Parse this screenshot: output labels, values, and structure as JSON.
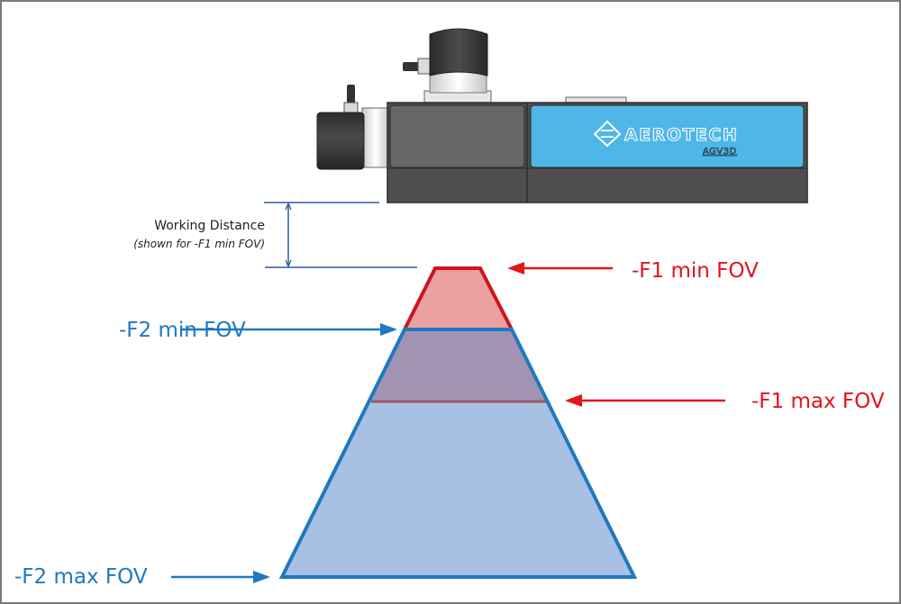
{
  "diagram": {
    "device": {
      "brand": "AEROTECH",
      "model": "AGV3D",
      "colors": {
        "body_dark": "#4e4e4e",
        "panel_gray": "#666666",
        "panel_blue": "#4fb6e8",
        "motor_black": "#3a3a3a",
        "collar_silver": "#e6e6e6"
      }
    },
    "working_distance": {
      "label": "Working Distance",
      "note": "(shown for -F1 min FOV)",
      "color": "#2a5aa0"
    },
    "fov_labels": {
      "f1_min": "-F1 min FOV",
      "f1_max": "-F1 max FOV",
      "f2_min": "-F2 min FOV",
      "f2_max": "-F2 max FOV"
    },
    "colors": {
      "f1": "#e3141b",
      "f2": "#1f78c1",
      "f1_fill": "#eca0a0",
      "f2_fill": "#a7c0e3",
      "overlap_fill": "#a393b3"
    }
  }
}
